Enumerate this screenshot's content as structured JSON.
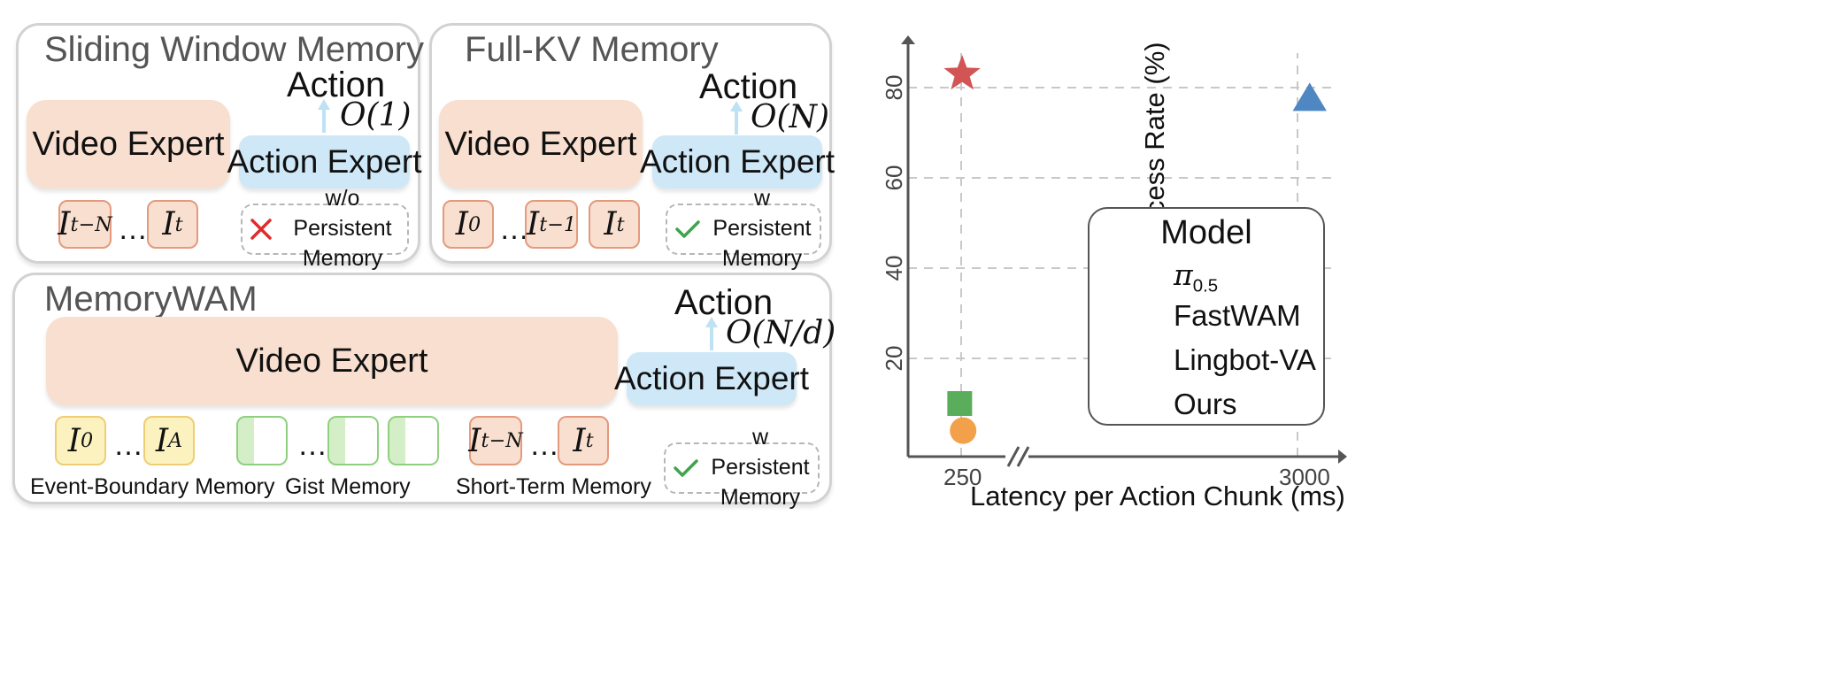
{
  "panels": {
    "sliding": {
      "title": "Sliding Window Memory",
      "video_label": "Video Expert",
      "action_label": "Action Expert",
      "action_word": "Action",
      "complexity": "O(1)",
      "frame_first": "I",
      "frame_first_sub": "t−N",
      "frame_last": "I",
      "frame_last_sub": "t",
      "dots": "…",
      "memory_note": "w/o Persistent Memory",
      "memory_note_line1": "w/o Persistent",
      "memory_note_line2": "Memory",
      "memory_mark": "cross"
    },
    "fullkv": {
      "title": "Full-KV Memory",
      "video_label": "Video Expert",
      "action_label": "Action Expert",
      "action_word": "Action",
      "complexity": "O(N)",
      "frame_first": "I",
      "frame_first_sub": "0",
      "frame_mid": "I",
      "frame_mid_sub": "t−1",
      "frame_last": "I",
      "frame_last_sub": "t",
      "dots": "…",
      "memory_note_line1": "w Persistent",
      "memory_note_line2": "Memory",
      "memory_mark": "check"
    },
    "memorywam": {
      "title": "MemoryWAM",
      "video_label": "Video Expert",
      "action_label": "Action Expert",
      "action_word": "Action",
      "complexity": "O(N/d)",
      "event_first": "I",
      "event_first_sub": "0",
      "event_last": "I",
      "event_last_sub": "A",
      "short_first": "I",
      "short_first_sub": "t−N",
      "short_last": "I",
      "short_last_sub": "t",
      "dots": "…",
      "event_label": "Event-Boundary Memory",
      "gist_label": "Gist Memory",
      "short_label": "Short-Term Memory",
      "memory_note_line1": "w Persistent",
      "memory_note_line2": "Memory",
      "memory_mark": "check"
    }
  },
  "colors": {
    "video_bg": "#f8dfd0",
    "action_bg": "#cfe8f7",
    "arrow": "#bfe1f4",
    "cross": "#e02b2b",
    "check": "#3fa34d",
    "pi05": "#5aad5b",
    "fastwam": "#f2a04a",
    "lingbot": "#4f87c3",
    "ours": "#d25454"
  },
  "chart_data": {
    "type": "scatter",
    "xlabel": "Latency per Action Chunk (ms)",
    "ylabel": "Average Success Rate (%)",
    "x_ticks": [
      "250",
      "3000"
    ],
    "y_ticks": [
      "20",
      "40",
      "60",
      "80"
    ],
    "x_axis_break": true,
    "grid": true,
    "legend_title": "Model",
    "legend_position": "right",
    "series": [
      {
        "name": "π",
        "name_sub": "0.5",
        "x": 247,
        "y": 10,
        "marker": "square",
        "color": "#5aad5b"
      },
      {
        "name": "FastWAM",
        "x": 254,
        "y": 4,
        "marker": "circle",
        "color": "#f2a04a"
      },
      {
        "name": "Lingbot-VA",
        "x": 3025,
        "y": 77.5,
        "marker": "triangle",
        "color": "#4f87c3"
      },
      {
        "name": "Ours",
        "x": 252,
        "y": 83,
        "marker": "star",
        "color": "#d25454"
      }
    ]
  }
}
